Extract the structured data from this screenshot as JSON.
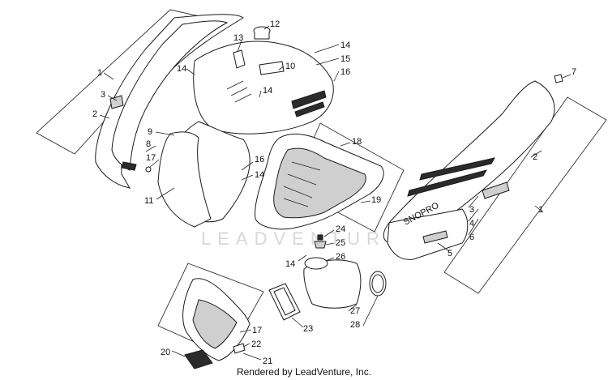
{
  "footer": "Rendered by LeadVenture, Inc.",
  "watermark": "LEADVENTURE",
  "decal_text": "SNOPRO",
  "callouts": [
    "1",
    "3",
    "2",
    "8",
    "17",
    "11",
    "9",
    "13",
    "12",
    "14",
    "10",
    "14",
    "15",
    "16",
    "14",
    "16",
    "14",
    "18",
    "19",
    "24",
    "25",
    "26",
    "14",
    "27",
    "28",
    "23",
    "7",
    "2",
    "3",
    "4",
    "6",
    "5",
    "1",
    "17",
    "22",
    "20",
    "21"
  ]
}
